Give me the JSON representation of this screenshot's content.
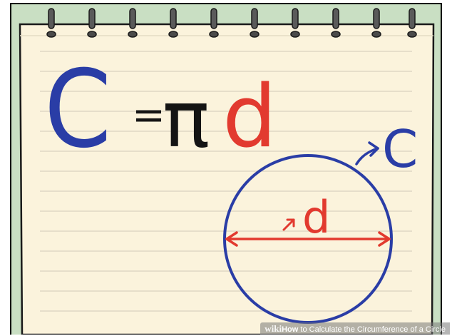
{
  "formula": {
    "c": "C",
    "eq": "=",
    "pi": "π",
    "d": "d"
  },
  "diagram": {
    "diameter_label": "d",
    "circumference_label": "C"
  },
  "watermark": {
    "brand": "wiki",
    "how": "How",
    "title": " to Calculate the Circumference of a Circle"
  },
  "colors": {
    "paper": "#fbf3dc",
    "paper_border": "#1a1a1a",
    "ruled_line": "#d9d2be",
    "margin_bg": "#c9dfc3",
    "blue": "#2a3da6",
    "red": "#e23a2f",
    "black": "#141414",
    "ring": "#5a5a5a"
  }
}
